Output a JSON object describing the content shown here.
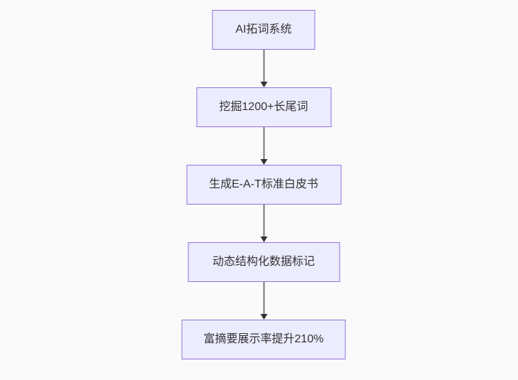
{
  "canvas": {
    "background_color": "#fafafa"
  },
  "flowchart": {
    "type": "flowchart",
    "direction": "top-down",
    "node_style": {
      "fill_color": "#ececff",
      "border_color": "#9370db",
      "text_color": "#333333"
    },
    "edge_style": {
      "line_color": "#777777",
      "arrowhead_color": "#333333"
    },
    "nodes": [
      {
        "id": "n1",
        "label": "AI拓词系统"
      },
      {
        "id": "n2",
        "label": "挖掘1200+长尾词"
      },
      {
        "id": "n3",
        "label": "生成E-A-T标准白皮书"
      },
      {
        "id": "n4",
        "label": "动态结构化数据标记"
      },
      {
        "id": "n5",
        "label": "富摘要展示率提升210%"
      }
    ],
    "edges": [
      {
        "from": "n1",
        "to": "n2"
      },
      {
        "from": "n2",
        "to": "n3"
      },
      {
        "from": "n3",
        "to": "n4"
      },
      {
        "from": "n4",
        "to": "n5"
      }
    ]
  }
}
